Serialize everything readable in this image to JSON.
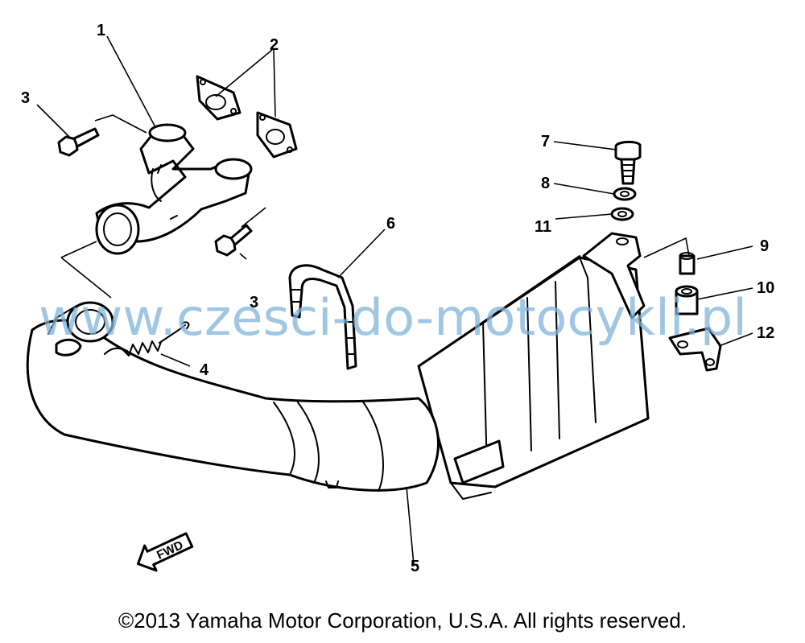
{
  "callouts": {
    "c1": "1",
    "c2": "2",
    "c3a": "3",
    "c3b": "3",
    "c4": "4",
    "c5": "5",
    "c6": "6",
    "c7": "7",
    "c8": "8",
    "c9": "9",
    "c10": "10",
    "c11": "11",
    "c12": "12"
  },
  "fwd_label": "FWD",
  "watermark": "www.czesci-do-motocykli.pl",
  "copyright": "©2013 Yamaha Motor Corporation, U.S.A. All rights reserved."
}
